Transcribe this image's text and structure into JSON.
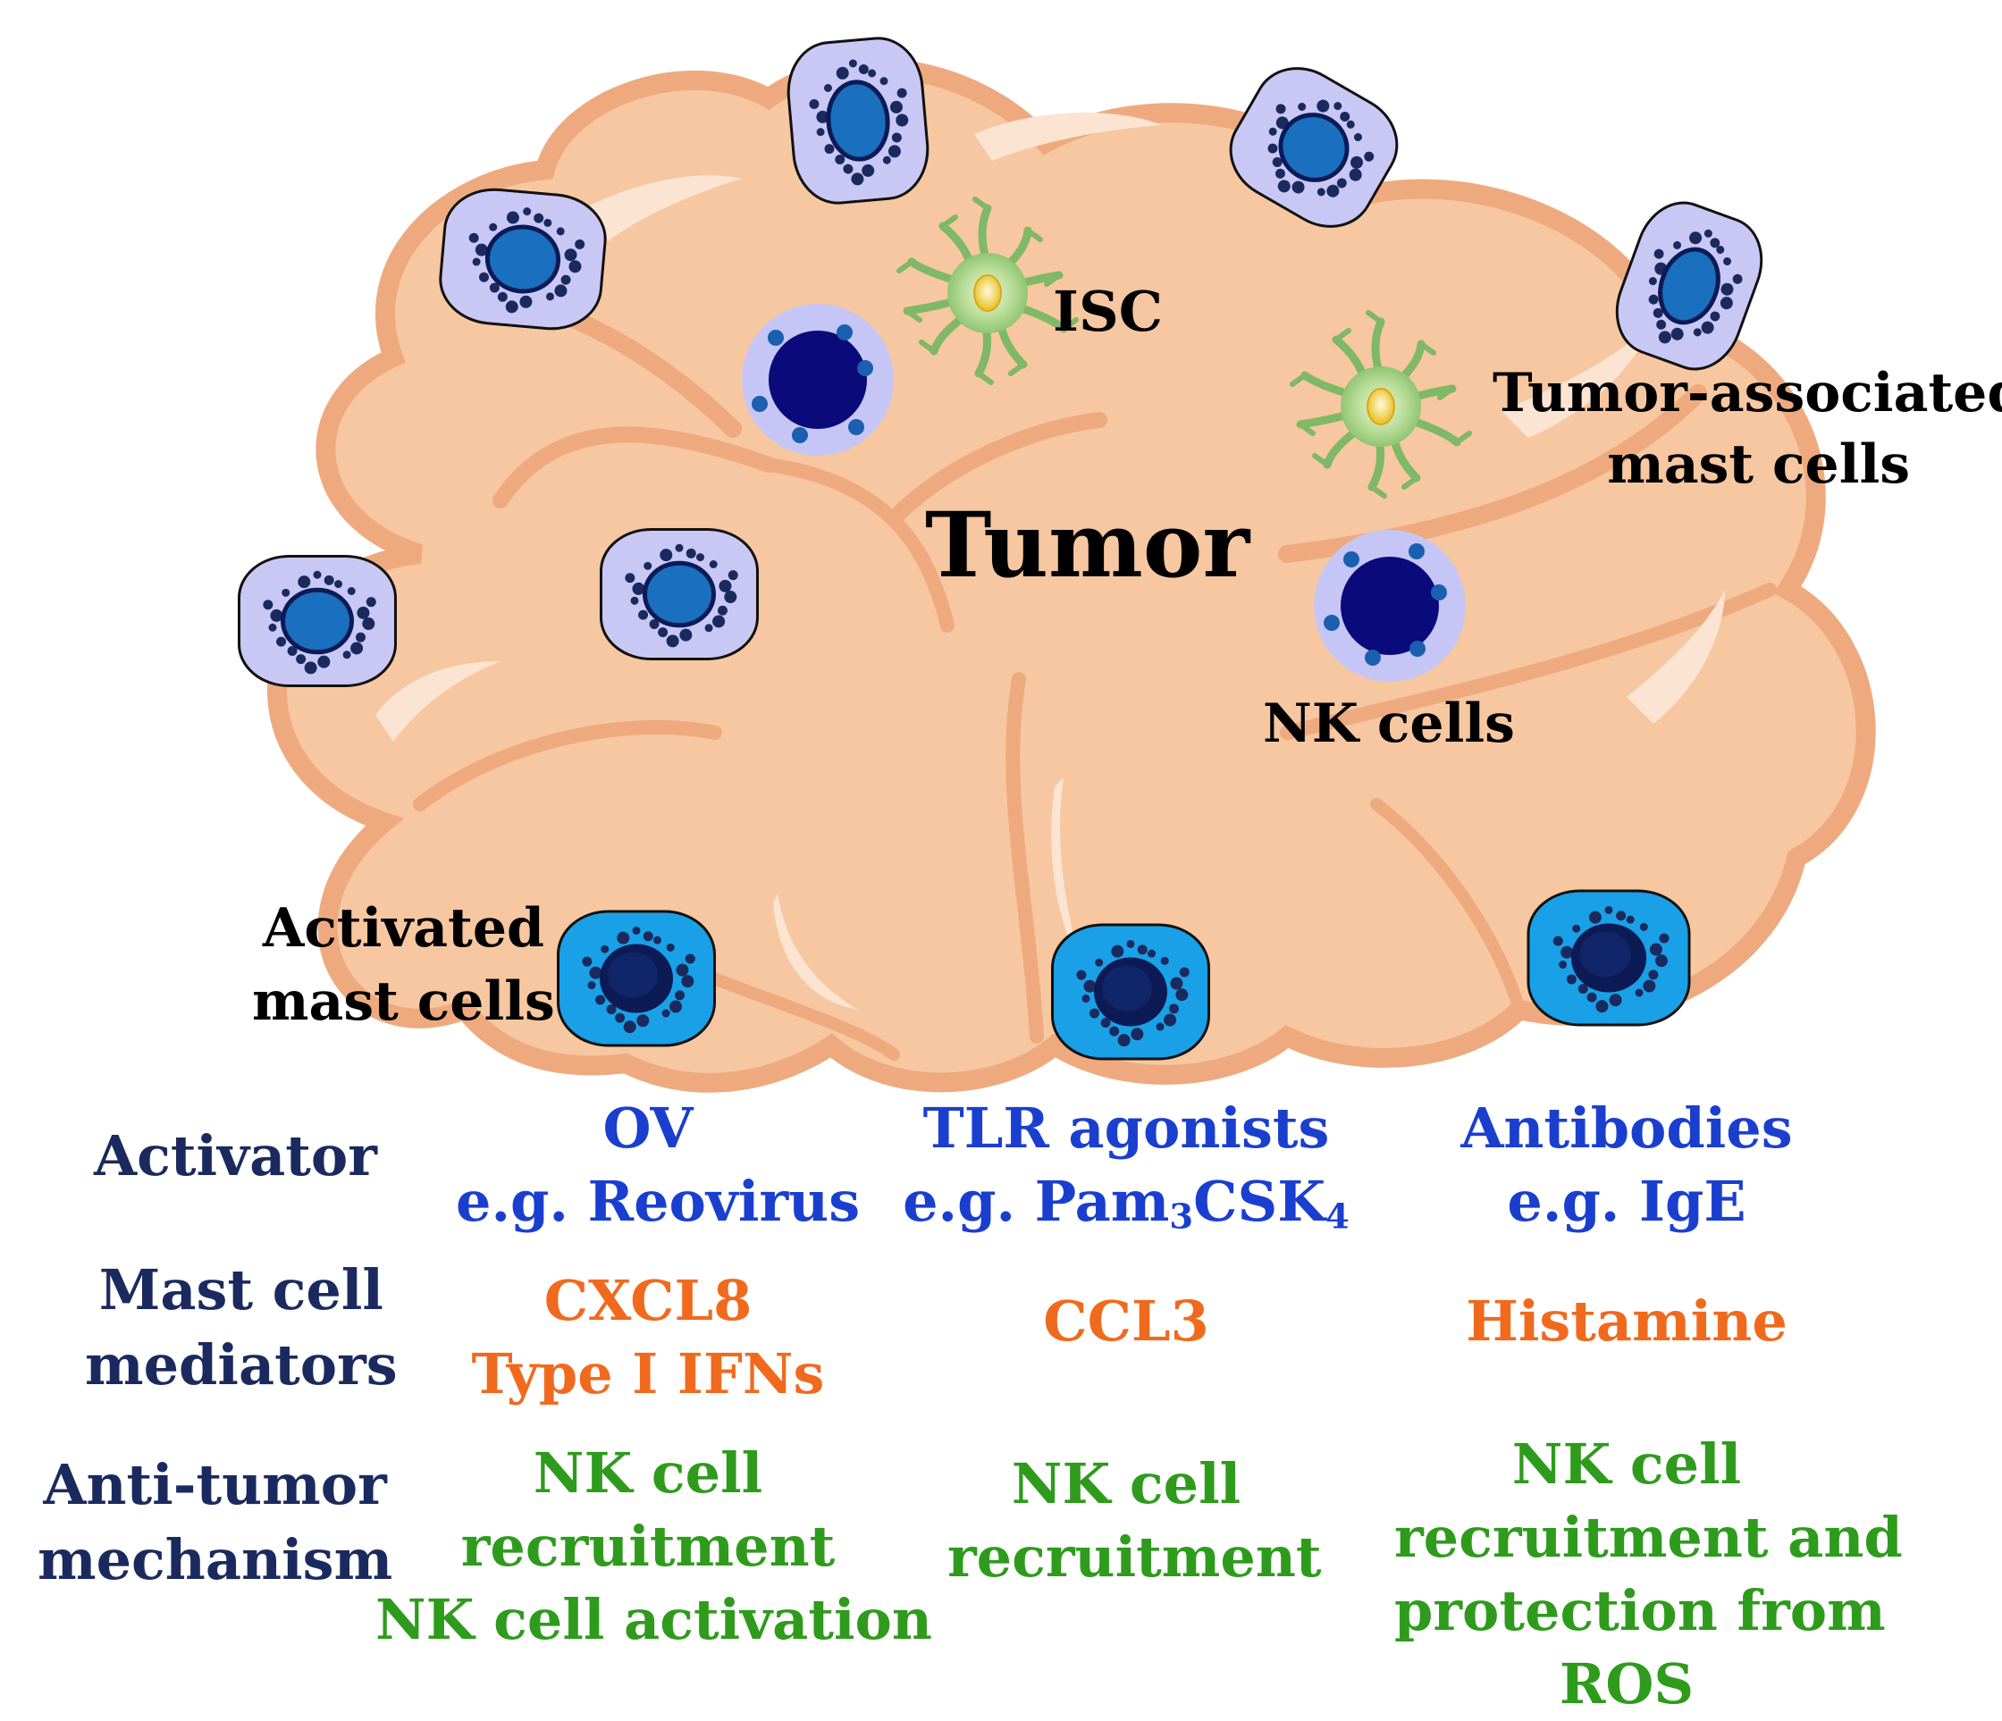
{
  "labels": {
    "isc": "ISC",
    "tam": "Tumor-associated",
    "tam2": "mast cells",
    "tumor": "Tumor",
    "nk": "NK cells",
    "activated": "Activated",
    "activated2": "mast cells"
  },
  "rows": {
    "activator": "Activator",
    "mediators1": "Mast cell",
    "mediators2": "mediators",
    "mechanism1": "Anti-tumor",
    "mechanism2": "mechanism"
  },
  "columns": [
    {
      "activator1": "OV",
      "activator2": "e.g. Reovirus",
      "mediators": [
        "CXCL8",
        "Type I IFNs"
      ],
      "mechanism": [
        "NK cell",
        "recruitment",
        "NK cell activation"
      ]
    },
    {
      "activator1": "TLR agonists",
      "activator2_prefix": "e.g. Pam",
      "activator2_sub1": "3",
      "activator2_mid": "CSK",
      "activator2_sub2": "4",
      "mediators": [
        "CCL3"
      ],
      "mechanism": [
        "NK cell",
        "recruitment"
      ]
    },
    {
      "activator1": "Antibodies",
      "activator2": "e.g. IgE",
      "mediators": [
        "Histamine"
      ],
      "mechanism": [
        "NK cell",
        "recruitment and",
        "protection from",
        "ROS"
      ]
    }
  ],
  "colors": {
    "tumor_fill": "#f6c7a0",
    "tumor_edge": "#eeaa7e",
    "mast_fill": "#c9c8f5",
    "mast_nucleus": "#1a6fbe",
    "activated_fill": "#1aa0e6",
    "nk_fill": "#c6c6f6",
    "nk_nucleus": "#0a0a7a",
    "isc_fill": "#9ccf7c",
    "row_label": "#1b2a5e",
    "activator": "#1a3fcf",
    "mediator": "#f06a1e",
    "mechanism": "#2e9b1c"
  }
}
